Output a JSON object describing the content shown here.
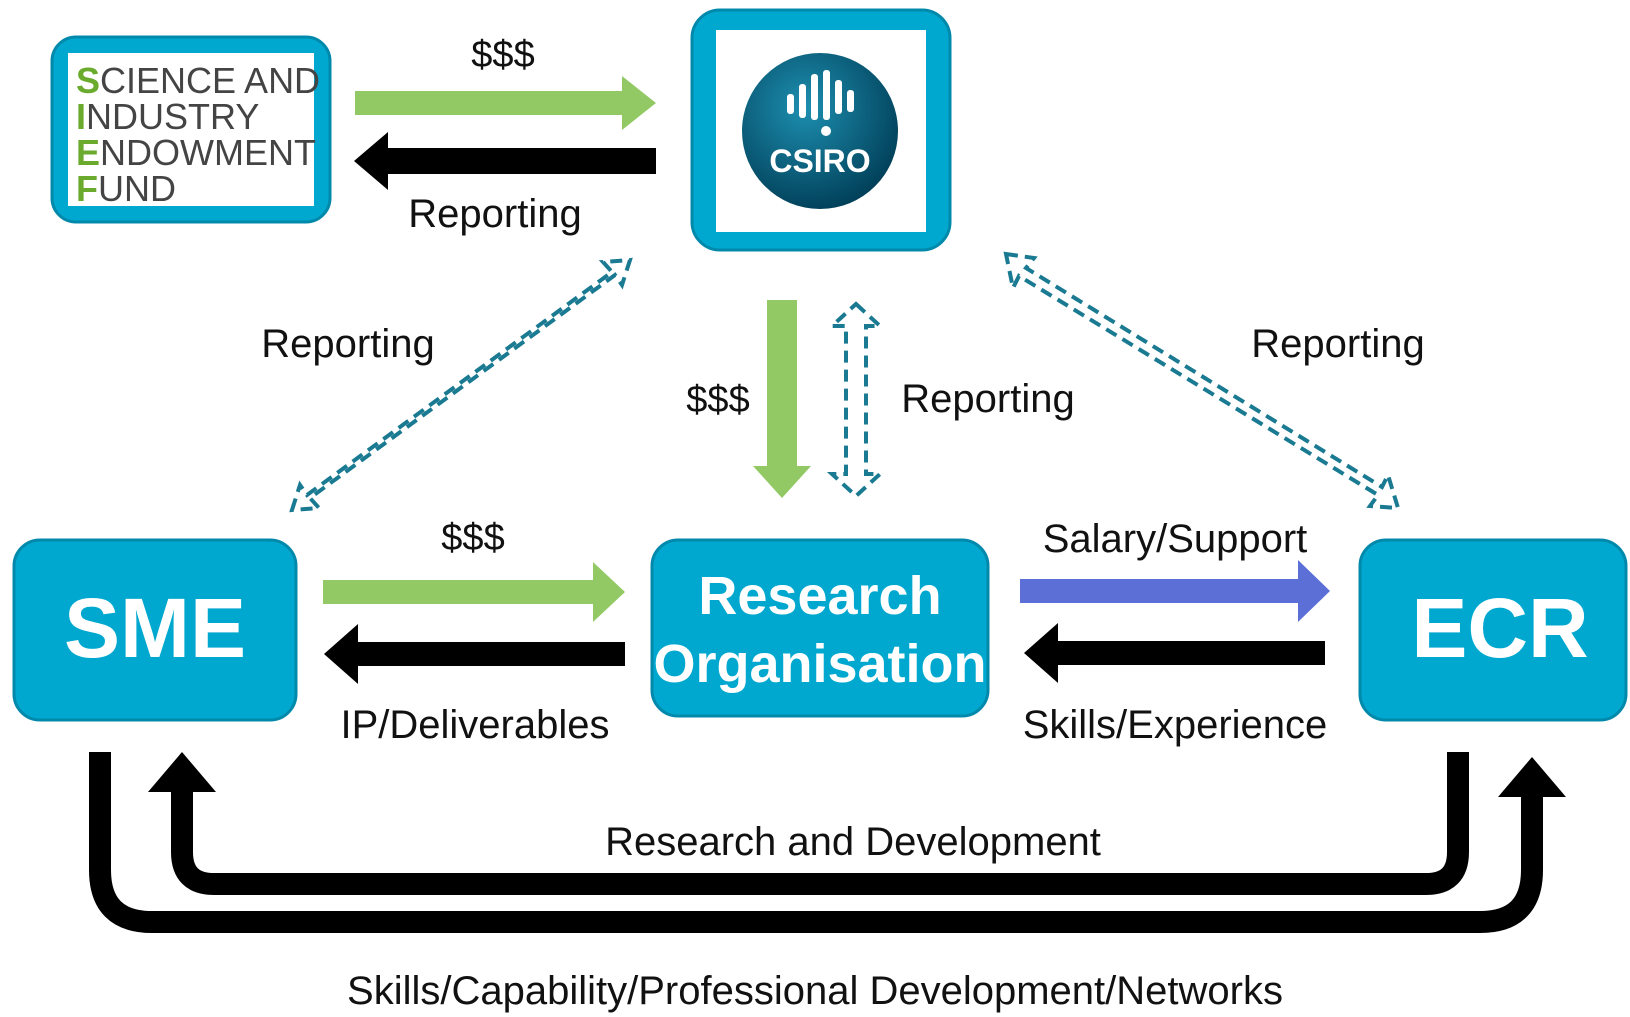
{
  "nodes": {
    "sief": {
      "lines": [
        {
          "initial": "S",
          "rest": "CIENCE AND"
        },
        {
          "initial": "I",
          "rest": "NDUSTRY"
        },
        {
          "initial": "E",
          "rest": "NDOWMENT"
        },
        {
          "initial": "F",
          "rest": "UND"
        }
      ]
    },
    "csiro": {
      "logo_text": "CSIRO"
    },
    "sme": {
      "label": "SME"
    },
    "research_org": {
      "line1": "Research",
      "line2": "Organisation"
    },
    "ecr": {
      "label": "ECR"
    }
  },
  "edges": {
    "sief_to_csiro": "$$$",
    "csiro_to_sief": "Reporting",
    "sme_csiro": "Reporting",
    "csiro_to_ro_money": "$$$",
    "ro_csiro_reporting": "Reporting",
    "ecr_csiro": "Reporting",
    "sme_to_ro": "$$$",
    "ro_to_sme": "IP/Deliverables",
    "ro_to_ecr": "Salary/Support",
    "ecr_to_ro": "Skills/Experience",
    "inner_loop": "Research and Development",
    "outer_loop": "Skills/Capability/Professional Development/Networks"
  },
  "colors": {
    "node_fill": "#00a8cf",
    "node_border": "#0089ab",
    "money_arrow": "#92c964",
    "reporting_arrow": "#000000",
    "salary_arrow": "#5b6fd6",
    "dashed_arrow": "#1a7a92"
  }
}
